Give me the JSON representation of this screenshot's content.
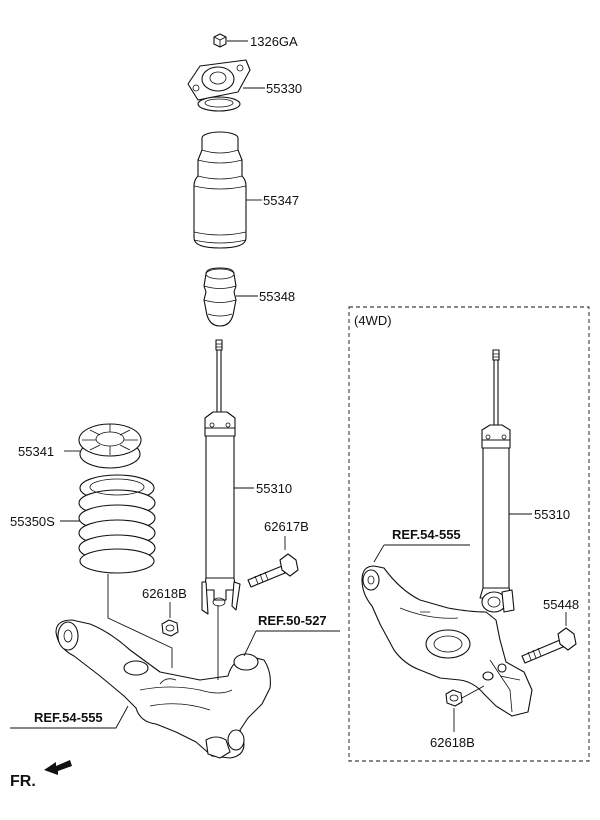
{
  "labels": {
    "p1326GA": "1326GA",
    "p55330": "55330",
    "p55347": "55347",
    "p55348": "55348",
    "p55341": "55341",
    "p55350S": "55350S",
    "p55310_left": "55310",
    "p62617B": "62617B",
    "p62618B_left": "62618B",
    "ref_50_527": "REF.50-527",
    "ref_54_555_left": "REF.54-555",
    "section_4wd": "(4WD)",
    "ref_54_555_right": "REF.54-555",
    "p55310_right": "55310",
    "p55448": "55448",
    "p62618B_right": "62618B",
    "front_indicator": "FR."
  }
}
